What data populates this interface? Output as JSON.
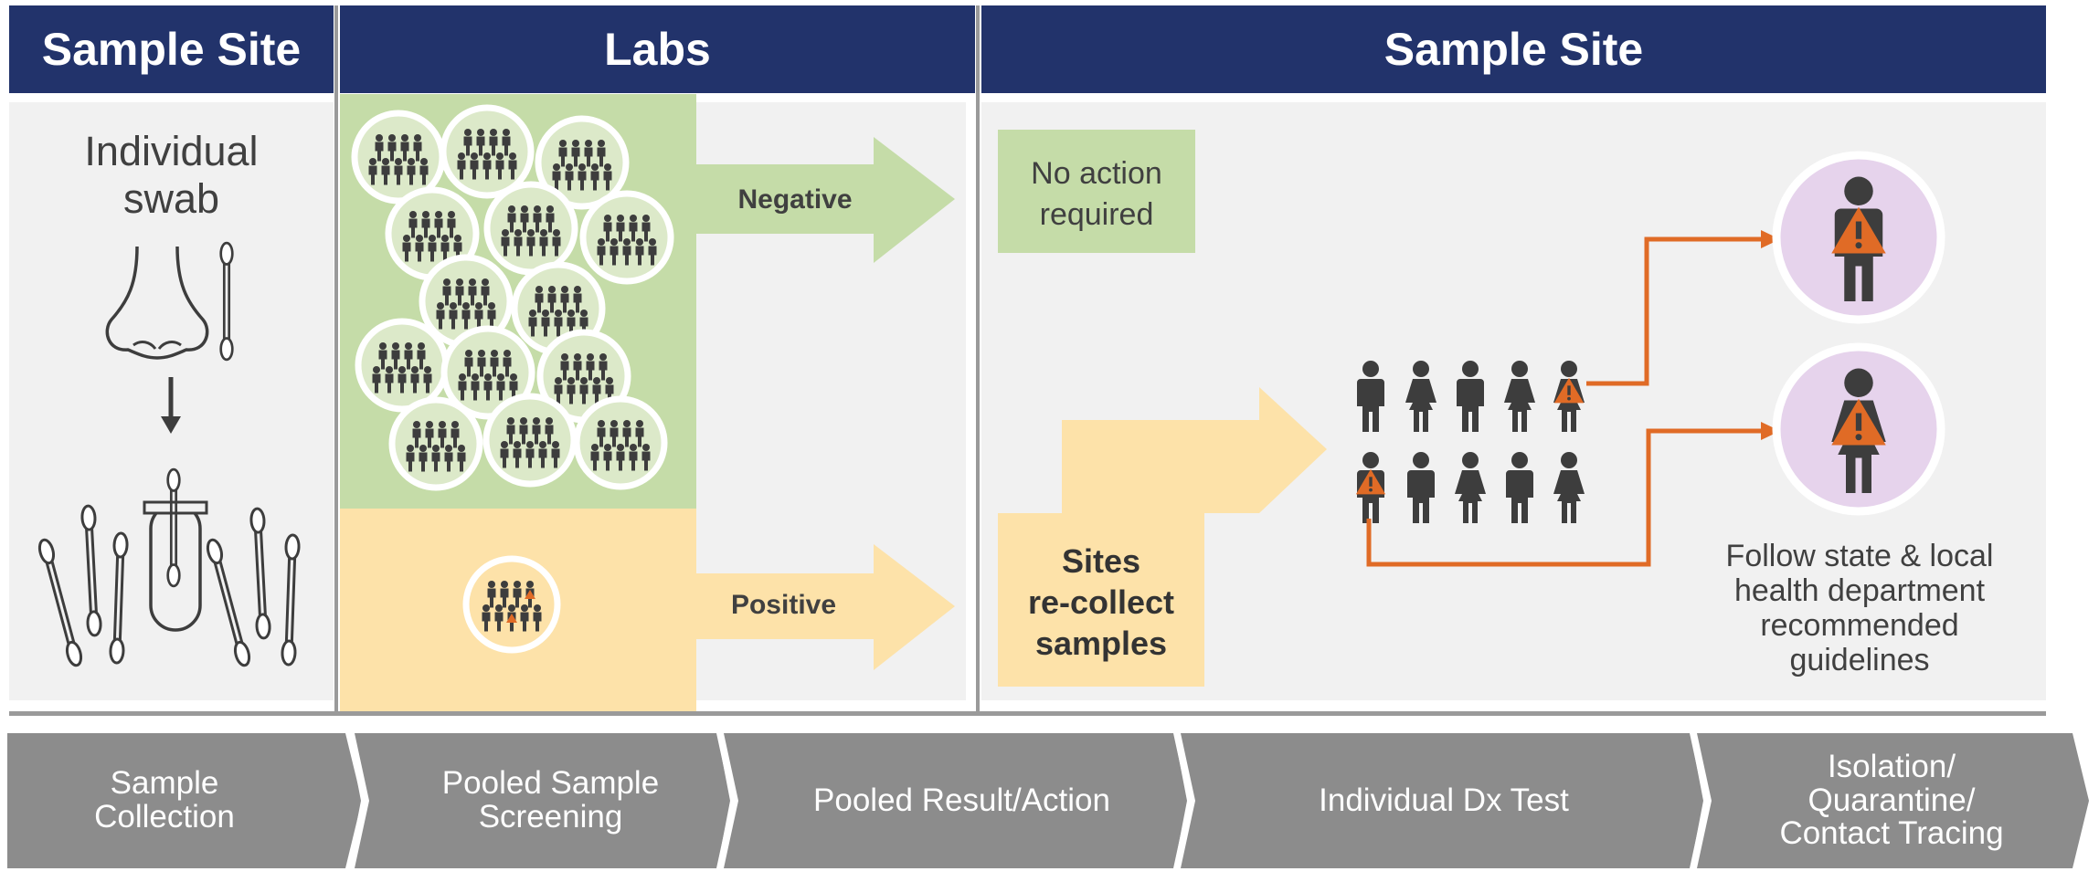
{
  "headers": {
    "left": "Sample Site",
    "middle": "Labs",
    "right": "Sample Site"
  },
  "swab": {
    "label_line1": "Individual",
    "label_line2": "swab"
  },
  "labs": {
    "negative_label": "Negative",
    "positive_label": "Positive"
  },
  "actions": {
    "no_action_line1": "No action",
    "no_action_line2": "required",
    "recollect_line1": "Sites",
    "recollect_line2": "re-collect",
    "recollect_line3": "samples"
  },
  "guidelines": {
    "line1": "Follow state & local",
    "line2": "health department",
    "line3": "recommended",
    "line4": "guidelines"
  },
  "steps": [
    {
      "line1": "Sample",
      "line2": "Collection"
    },
    {
      "line1": "Pooled Sample",
      "line2": "Screening"
    },
    {
      "line1": "Pooled Result/Action"
    },
    {
      "line1": "Individual Dx Test"
    },
    {
      "line1": "Isolation/",
      "line2": "Quarantine/",
      "line3": "Contact Tracing"
    }
  ],
  "colors": {
    "header": "#22336b",
    "panel": "#f1f1f1",
    "green": "#c5dca8",
    "orange_light": "#fde2a9",
    "alert": "#e06b26",
    "purple": "#e6d3ec",
    "figure": "#3d3d3d",
    "step": "#8c8c8c"
  },
  "icons": [
    "nose-icon",
    "swab-icon",
    "test-tube-icon",
    "person-icon",
    "alert-triangle-icon",
    "pooled-group-icon"
  ]
}
